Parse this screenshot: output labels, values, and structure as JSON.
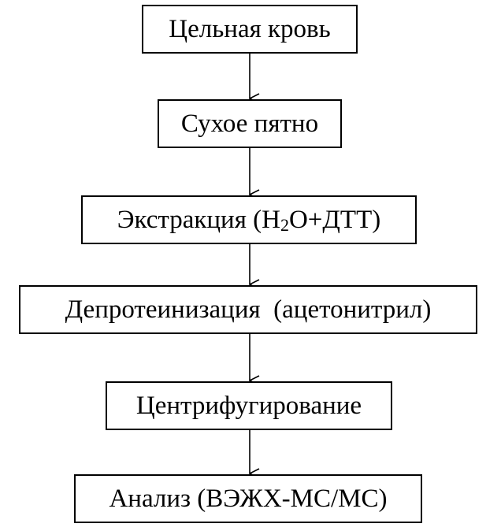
{
  "flowchart": {
    "steps": [
      {
        "label": "Цельная кровь"
      },
      {
        "label": "Сухое пятно"
      },
      {
        "label_before": "Экстракция (H",
        "label_sub": "2",
        "label_after": "O+ДТТ)"
      },
      {
        "label": "Депротеинизация  (ацетонитрил)"
      },
      {
        "label": "Центрифугирование"
      },
      {
        "label": "Анализ (ВЭЖХ-МС/МС)"
      }
    ]
  }
}
